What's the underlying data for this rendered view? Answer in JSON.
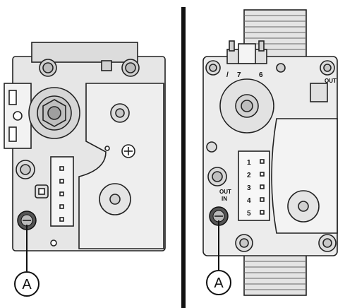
{
  "callouts": {
    "left_label": "A",
    "right_label": "A"
  },
  "right_valve": {
    "top_numbers": [
      "7",
      "6"
    ],
    "top_left_mark": "/",
    "corner_label": "OUT",
    "connector_pins": [
      "1",
      "2",
      "3",
      "4",
      "5"
    ],
    "port_label_out": "OUT",
    "port_label_in": "IN"
  }
}
